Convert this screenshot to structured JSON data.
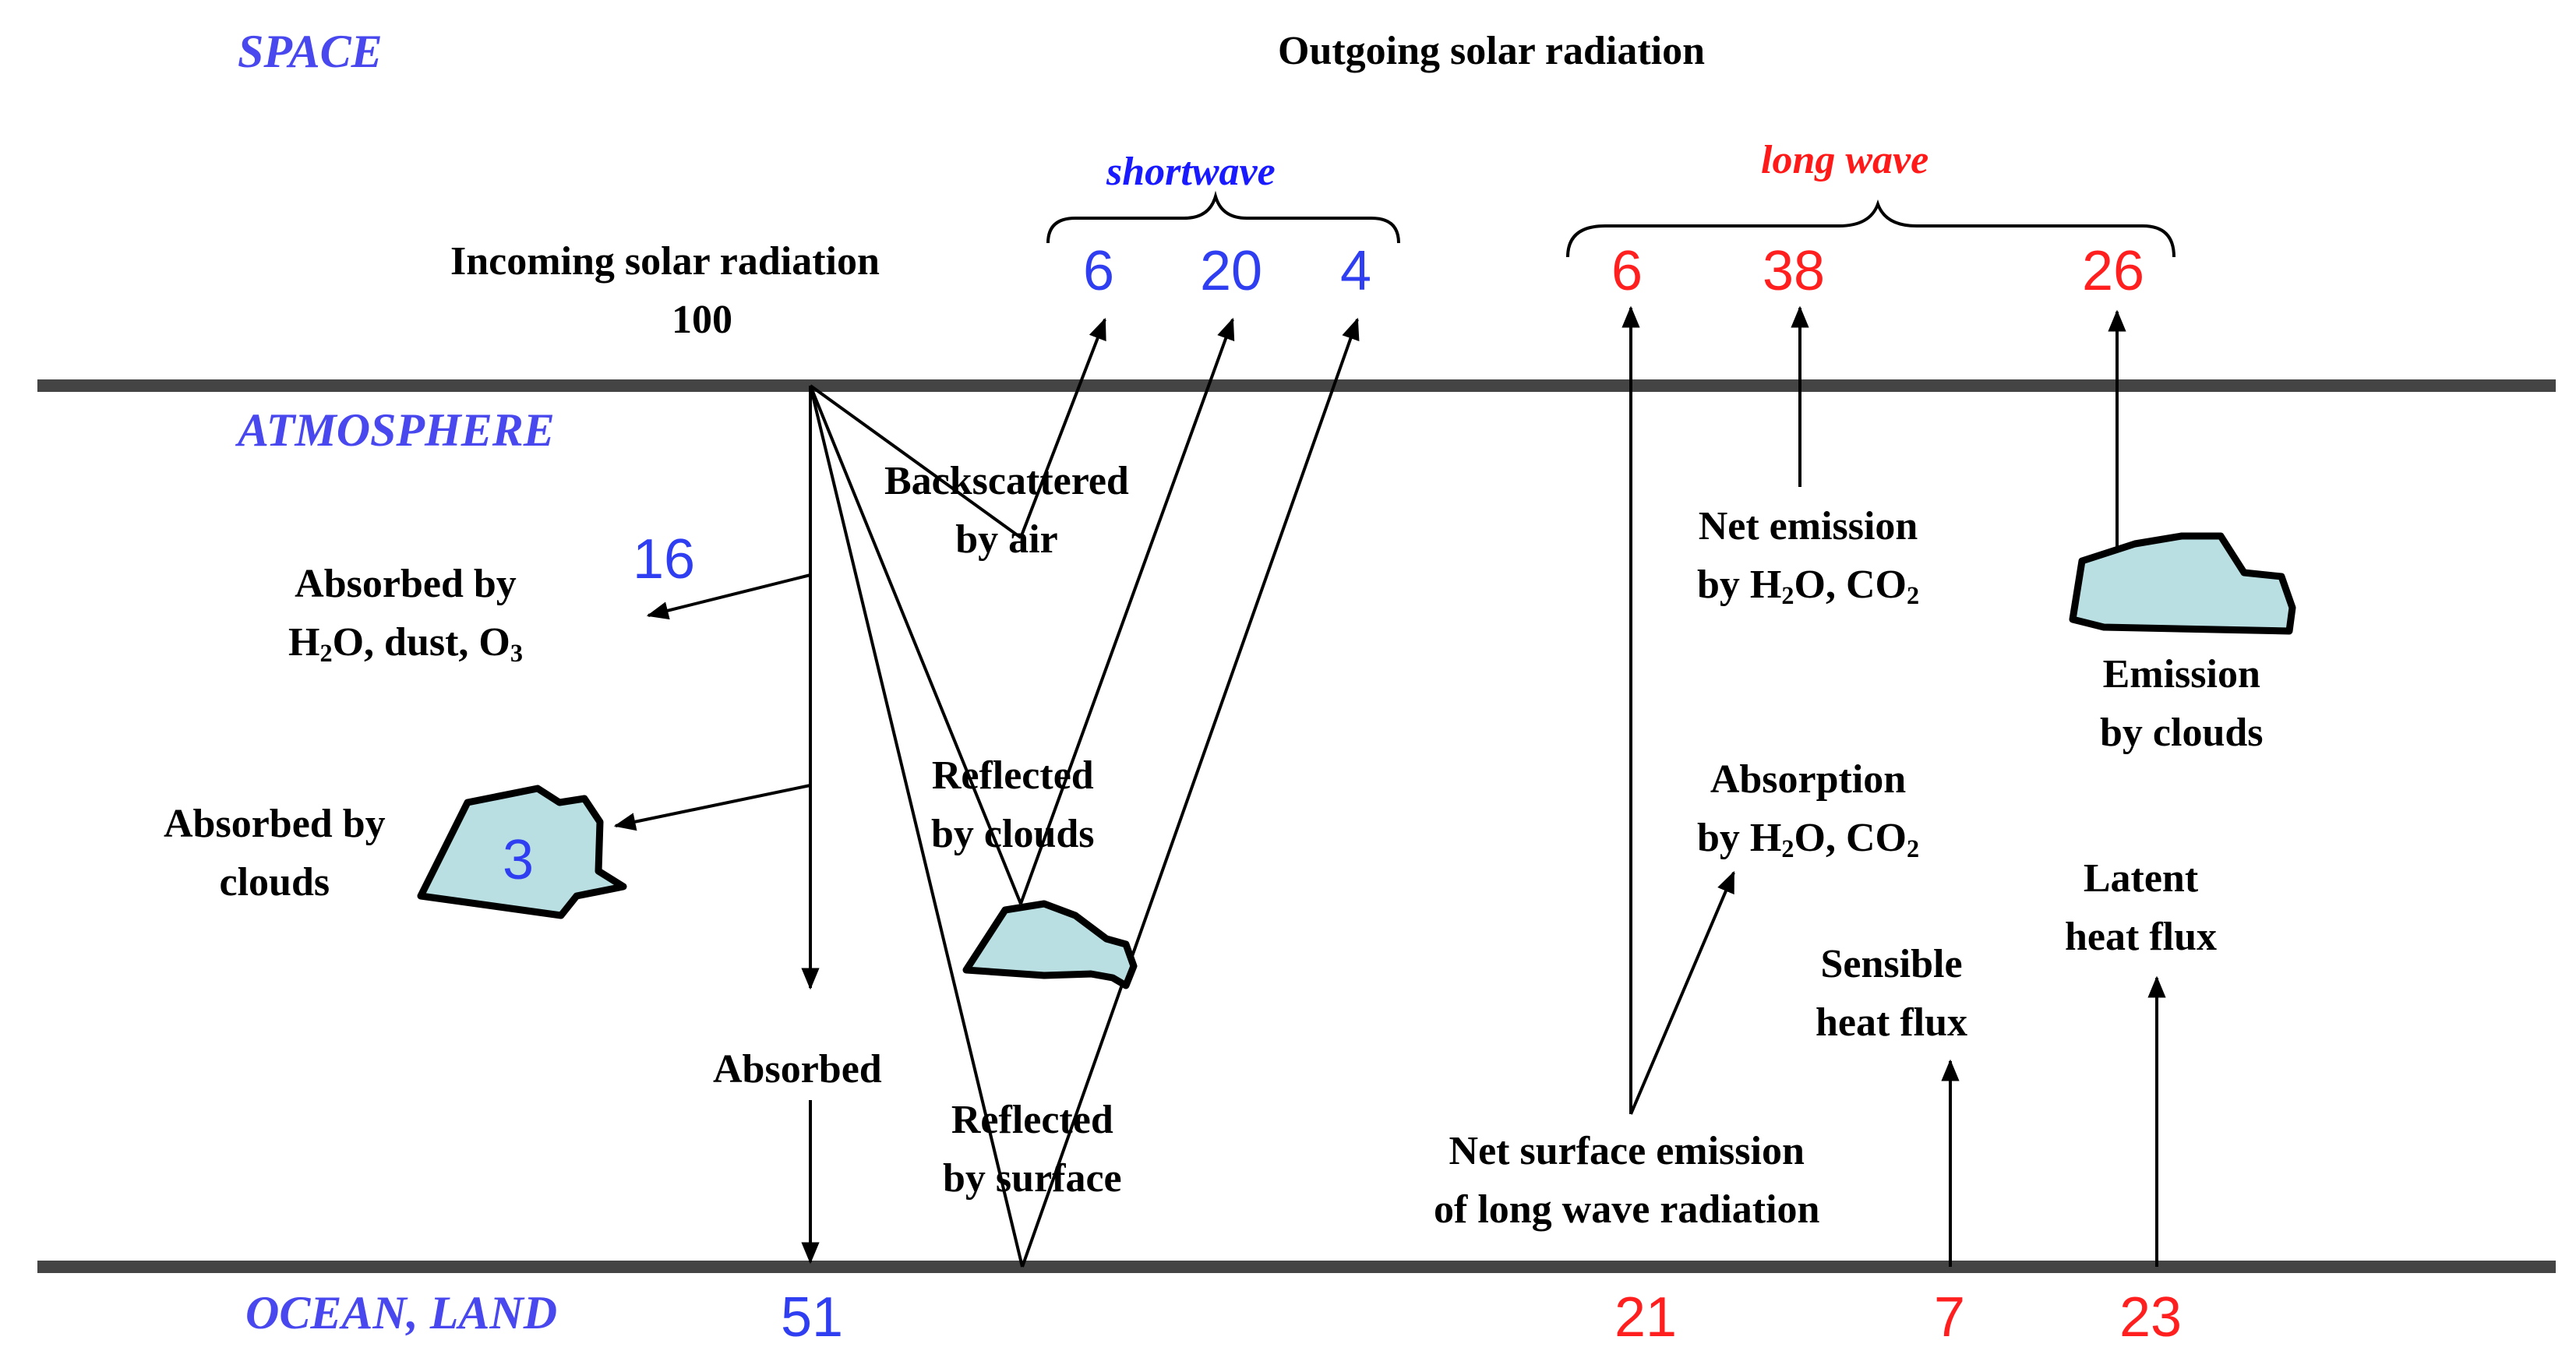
{
  "zones": {
    "space": "SPACE",
    "atmosphere": "ATMOSPHERE",
    "ocean_land": "OCEAN, LAND"
  },
  "headings": {
    "outgoing": "Outgoing solar radiation",
    "shortwave": "shortwave",
    "longwave": "long wave",
    "incoming_line1": "Incoming solar radiation",
    "incoming_value": "100"
  },
  "labels": {
    "backscattered_1": "Backscattered",
    "backscattered_2": "by air",
    "absorbed_h2o_1": "Absorbed by",
    "absorbed_h2o_2a": "H",
    "absorbed_h2o_2b": "2",
    "absorbed_h2o_2c": "O, dust, O",
    "absorbed_h2o_2d": "3",
    "absorbed_clouds_1": "Absorbed by",
    "absorbed_clouds_2": "clouds",
    "reflected_clouds_1": "Reflected",
    "reflected_clouds_2": "by clouds",
    "absorbed_surface": "Absorbed",
    "reflected_surface_1": "Reflected",
    "reflected_surface_2": "by surface",
    "net_emission_1": "Net emission",
    "net_emission_2a": "by H",
    "net_emission_2b": "2",
    "net_emission_2c": "O, CO",
    "net_emission_2d": "2",
    "emission_clouds_1": "Emission",
    "emission_clouds_2": "by clouds",
    "absorption_1": "Absorption",
    "absorption_2a": "by H",
    "absorption_2b": "2",
    "absorption_2c": "O, CO",
    "absorption_2d": "2",
    "latent_1": "Latent",
    "latent_2": "heat flux",
    "sensible_1": "Sensible",
    "sensible_2": "heat flux",
    "net_surface_1": "Net surface emission",
    "net_surface_2": "of long wave radiation"
  },
  "values": {
    "sw_backscatter": "6",
    "sw_clouds": "20",
    "sw_surface": "4",
    "lw_surface_window": "6",
    "lw_h2o_co2": "38",
    "lw_clouds": "26",
    "absorbed_atmosphere": "16",
    "absorbed_clouds": "3",
    "absorbed_surface": "51",
    "net_surface_lw": "21",
    "sensible": "7",
    "latent": "23"
  },
  "colors": {
    "shortwave": "#2e3ef0",
    "longwave": "#ff1f1f",
    "zone_label": "#4848ee",
    "cloud_fill": "#b9dfe3",
    "boundary_line": "#444444"
  },
  "icons": [
    "cloud-icon",
    "arrow-icon",
    "brace-icon"
  ]
}
